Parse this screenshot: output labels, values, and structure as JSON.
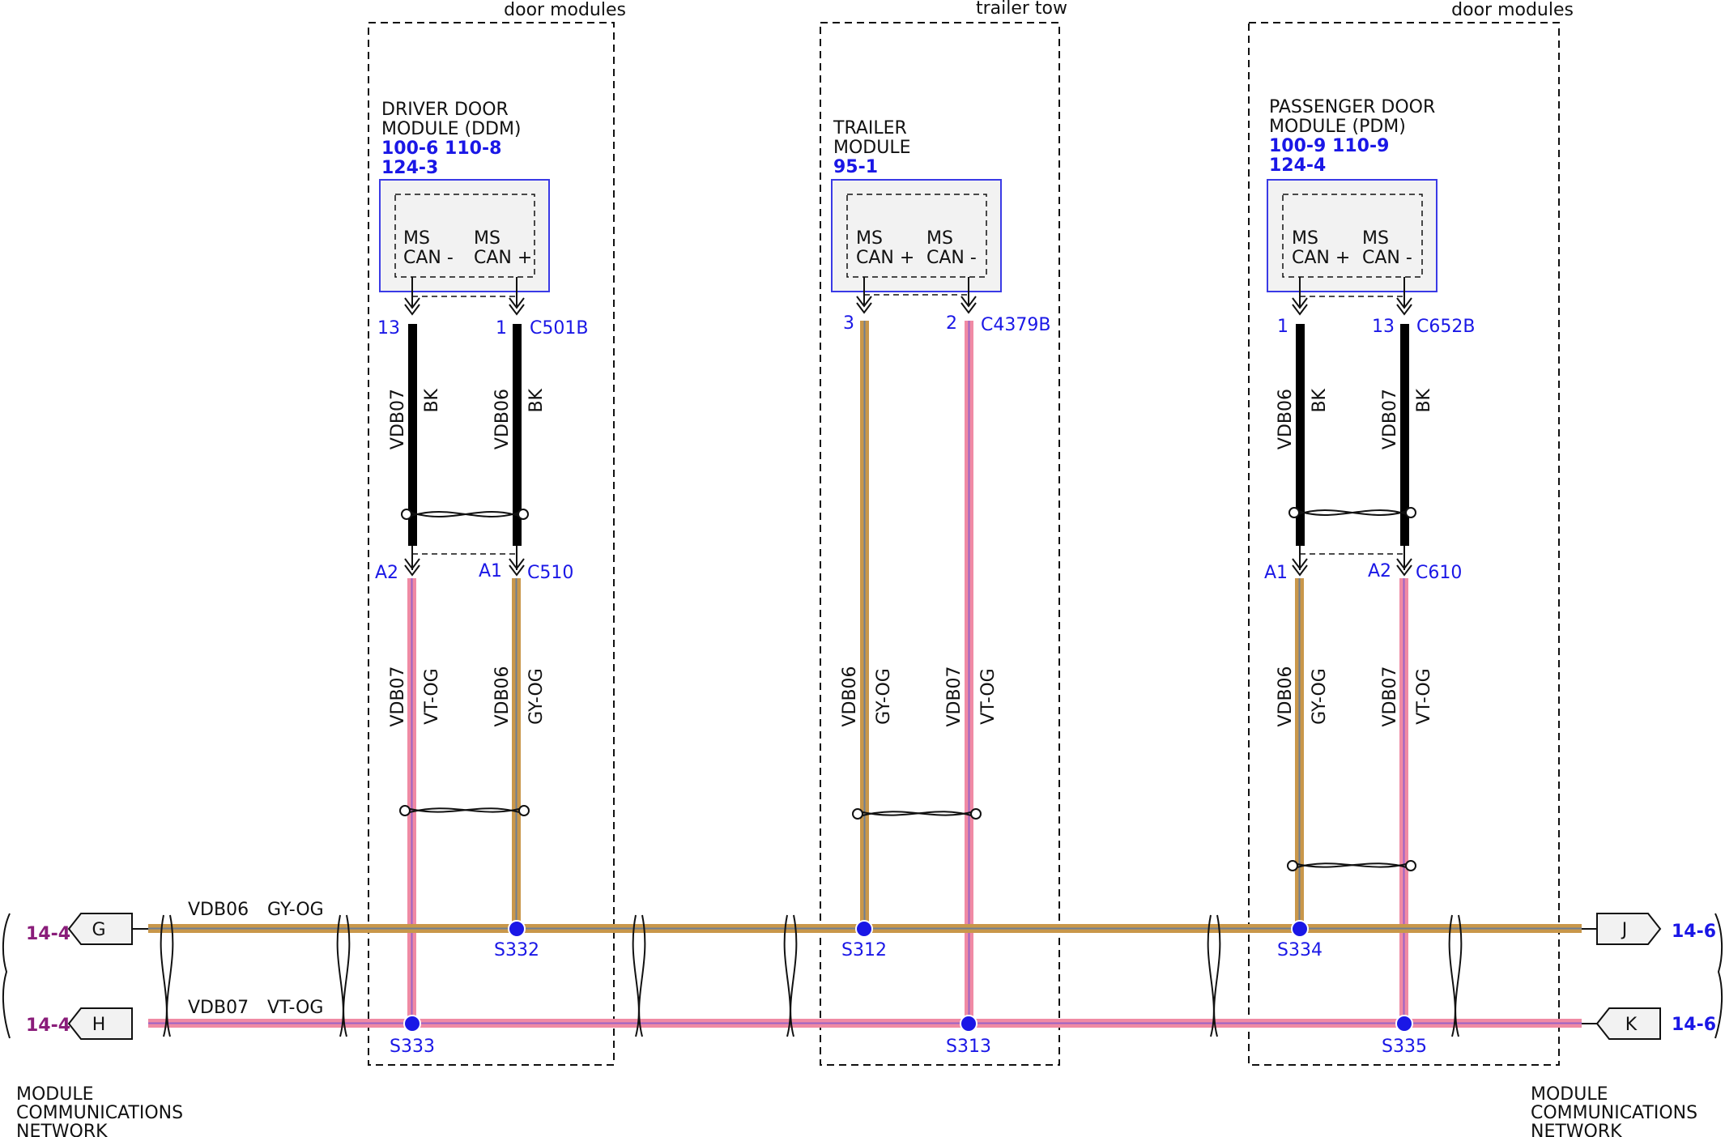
{
  "groups": {
    "left_title": "door modules",
    "center_title": "trailer tow",
    "right_title": "door modules"
  },
  "modules": {
    "ddm": {
      "name_line1": "DRIVER DOOR",
      "name_line2": "MODULE (DDM)",
      "ref_line1": "100-6 110-8",
      "ref_line2": "124-3",
      "pin_a_line1": "MS",
      "pin_a_line2": "CAN -",
      "pin_b_line1": "MS",
      "pin_b_line2": "CAN +",
      "connector": "C501B",
      "pin_a_num": "13",
      "pin_b_num": "1"
    },
    "trailer": {
      "name_line1": "TRAILER",
      "name_line2": "MODULE",
      "ref_line1": "95-1",
      "pin_a_line1": "MS",
      "pin_a_line2": "CAN +",
      "pin_b_line1": "MS",
      "pin_b_line2": "CAN -",
      "connector": "C4379B",
      "pin_a_num": "3",
      "pin_b_num": "2"
    },
    "pdm": {
      "name_line1": "PASSENGER DOOR",
      "name_line2": "MODULE (PDM)",
      "ref_line1": "100-9 110-9",
      "ref_line2": "124-4",
      "pin_a_line1": "MS",
      "pin_a_line2": "CAN +",
      "pin_b_line1": "MS",
      "pin_b_line2": "CAN -",
      "connector": "C652B",
      "pin_a_num": "1",
      "pin_b_num": "13"
    }
  },
  "inline_connectors": {
    "c510": {
      "name": "C510",
      "pin_a": "A2",
      "pin_b": "A1"
    },
    "c610": {
      "name": "C610",
      "pin_a": "A1",
      "pin_b": "A2"
    }
  },
  "wires": {
    "ddm_a_upper": {
      "circuit": "VDB07",
      "color": "BK"
    },
    "ddm_b_upper": {
      "circuit": "VDB06",
      "color": "BK"
    },
    "ddm_a_lower": {
      "circuit": "VDB07",
      "color": "VT-OG"
    },
    "ddm_b_lower": {
      "circuit": "VDB06",
      "color": "GY-OG"
    },
    "trl_a": {
      "circuit": "VDB06",
      "color": "GY-OG"
    },
    "trl_b": {
      "circuit": "VDB07",
      "color": "VT-OG"
    },
    "pdm_a_upper": {
      "circuit": "VDB06",
      "color": "BK"
    },
    "pdm_b_upper": {
      "circuit": "VDB07",
      "color": "BK"
    },
    "pdm_a_lower": {
      "circuit": "VDB06",
      "color": "GY-OG"
    },
    "pdm_b_lower": {
      "circuit": "VDB07",
      "color": "VT-OG"
    },
    "bus_top": {
      "circuit": "VDB06",
      "color": "GY-OG"
    },
    "bus_bottom": {
      "circuit": "VDB07",
      "color": "VT-OG"
    }
  },
  "splices": {
    "s332": "S332",
    "s333": "S333",
    "s312": "S312",
    "s313": "S313",
    "s334": "S334",
    "s335": "S335"
  },
  "offpage": {
    "left_top_letter": "G",
    "left_top_ref": "14-4",
    "left_bottom_letter": "H",
    "left_bottom_ref": "14-4",
    "right_top_letter": "J",
    "right_top_ref": "14-6",
    "right_bottom_letter": "K",
    "right_bottom_ref": "14-6"
  },
  "network": {
    "line1": "MODULE",
    "line2": "COMMUNICATIONS",
    "line3": "NETWORK"
  },
  "colors": {
    "ref_blue": "#1a17e6",
    "ref_purple": "#8a1d7a",
    "wire_black": "#000000",
    "wire_vt_og": "#f08aa4",
    "wire_gy_og": "#c9974a",
    "module_box": "#3a3ae6",
    "module_fill": "#f2f2f2"
  }
}
